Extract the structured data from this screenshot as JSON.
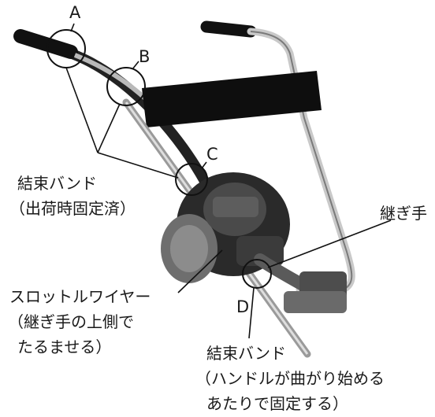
{
  "callouts": {
    "A": "A",
    "B": "B",
    "C": "C",
    "D": "D"
  },
  "labels": {
    "band_factory": {
      "line1": "結束バンド",
      "line2": "（出荷時固定済）"
    },
    "joint": "継ぎ手",
    "throttle_wire": {
      "line1": "スロットルワイヤー",
      "line2": "（継ぎ手の上側で",
      "line3": "たるませる）"
    },
    "band_user": {
      "line1": "結束バンド",
      "line2": "（ハンドルが曲がり始める",
      "line3": "あたりで固定する）"
    }
  }
}
